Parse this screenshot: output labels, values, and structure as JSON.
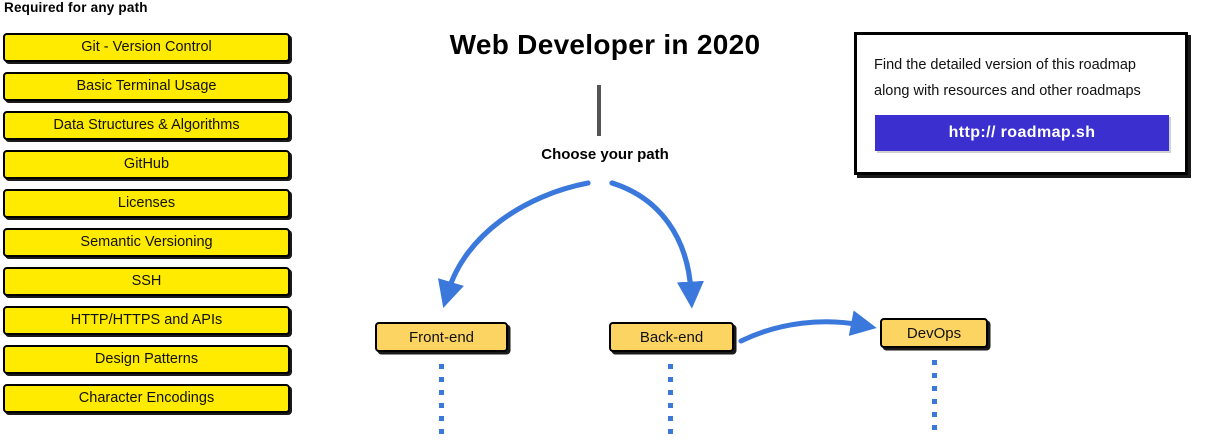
{
  "required": {
    "heading": "Required for any path",
    "items": [
      {
        "label": "Git - Version Control"
      },
      {
        "label": "Basic Terminal Usage"
      },
      {
        "label": "Data Structures & Algorithms"
      },
      {
        "label": "GitHub"
      },
      {
        "label": "Licenses"
      },
      {
        "label": "Semantic Versioning"
      },
      {
        "label": "SSH"
      },
      {
        "label": "HTTP/HTTPS and APIs"
      },
      {
        "label": "Design Patterns"
      },
      {
        "label": "Character Encodings"
      }
    ]
  },
  "roadmap": {
    "title": "Web Developer in 2020",
    "choose_path_label": "Choose your path",
    "nodes": [
      {
        "label": "Front-end"
      },
      {
        "label": "Back-end"
      },
      {
        "label": "DevOps"
      }
    ]
  },
  "card": {
    "line1": "Find the detailed version of this roadmap",
    "line2": "along with resources and other roadmaps",
    "button_label": "http:// roadmap.sh"
  },
  "colors": {
    "required_box_fill": "#ffeb00",
    "node_box_fill": "#fcd462",
    "arrow_blue": "#3b78dc",
    "link_button_purple": "#3b2fcf",
    "stem_grey": "#555555",
    "outline_black": "#000000"
  }
}
